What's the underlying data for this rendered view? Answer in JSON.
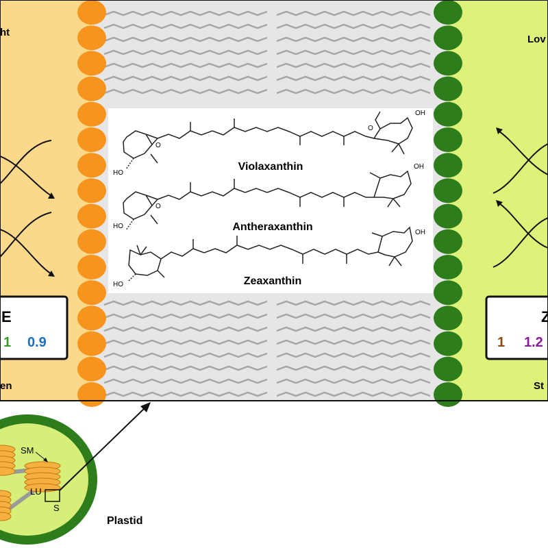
{
  "panels": {
    "left": {
      "top_label": "ht",
      "bottom_label": "en",
      "box_title": "E",
      "values": [
        "1",
        "0.9"
      ],
      "fill": "#fbd98a",
      "value_colors": [
        "#3a9a2a",
        "#1f6fc0"
      ]
    },
    "right": {
      "top_label": "Lov",
      "bottom_label": "St",
      "box_title": "Z",
      "values": [
        "1",
        "1.2"
      ],
      "fill": "#def27a",
      "value_colors": [
        "#8a4a12",
        "#8a1a9a"
      ]
    }
  },
  "pigments": {
    "violaxanthin": "Violaxanthin",
    "antheraxanthin": "Antheraxanthin",
    "zeaxanthin": "Zeaxanthin"
  },
  "atoms": {
    "oxygen": "O",
    "hydroxyl": "OH",
    "ho": "HO"
  },
  "plastid": {
    "name": "Plastid",
    "sm": "SM",
    "lu": "LU",
    "s": "S"
  },
  "colors": {
    "orange_headgroup": "#f7941d",
    "green_headgroup": "#2e7d1c",
    "membrane_bg": "#e6e6e6",
    "plastid_outer": "#2e7d1c",
    "plastid_inner": "#d7ee78",
    "thylakoid": "#f5b040"
  }
}
